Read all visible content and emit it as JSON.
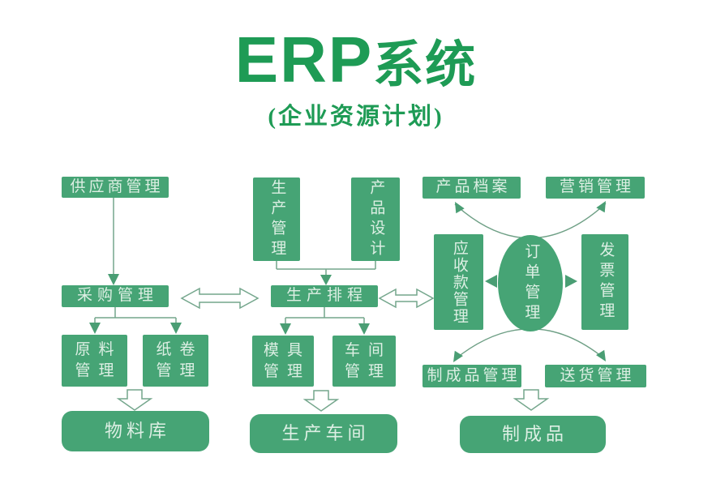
{
  "title": {
    "main_en": "ERP",
    "main_cn": "系统",
    "subtitle": "(企业资源计划)"
  },
  "colors": {
    "node_fill": "#46a475",
    "node_text": "#ddefe4",
    "title_green": "#1e9b55",
    "connector": "#74a68c"
  },
  "nodes": {
    "supplier": {
      "label": "供应商管理"
    },
    "purchase": {
      "label": "采购管理"
    },
    "raw_material": {
      "line1": "原料",
      "line2": "管理"
    },
    "paper_roll": {
      "line1": "纸卷",
      "line2": "管理"
    },
    "material_store": {
      "label": "物料库"
    },
    "production_mgmt": {
      "label": "生产管理"
    },
    "product_design": {
      "label": "产品设计"
    },
    "production_schedule": {
      "label": "生产排程"
    },
    "mold_mgmt": {
      "line1": "模具",
      "line2": "管理"
    },
    "workshop_mgmt": {
      "line1": "车间",
      "line2": "管理"
    },
    "production_workshop": {
      "label": "生产车间"
    },
    "product_archive": {
      "label": "产品档案"
    },
    "marketing_mgmt": {
      "label": "营销管理"
    },
    "receivables_mgmt": {
      "label": "应收款管理"
    },
    "order_mgmt": {
      "label": "订单管理"
    },
    "invoice_mgmt": {
      "label": "发票管理"
    },
    "finished_goods_mgmt": {
      "label": "制成品管理"
    },
    "delivery_mgmt": {
      "label": "送货管理"
    },
    "finished_goods": {
      "label": "制成品"
    }
  },
  "edges": [
    "供应商管理 → 采购管理",
    "采购管理 → 原料管理",
    "采购管理 → 纸卷管理",
    "原料管理/纸卷管理 ⇒ 物料库",
    "采购管理 ⇄ 生产排程",
    "生产管理 → 生产排程",
    "产品设计 → 生产排程",
    "生产排程 → 模具管理",
    "生产排程 → 车间管理",
    "模具管理/车间管理 ⇒ 生产车间",
    "生产排程 ⇄ 应收款管理",
    "订单管理 → 应收款管理",
    "订单管理 → 发票管理",
    "订单管理 → 产品档案",
    "订单管理 → 营销管理",
    "订单管理 → 制成品管理",
    "订单管理 → 送货管理",
    "制成品管理 ⇒ 制成品"
  ]
}
